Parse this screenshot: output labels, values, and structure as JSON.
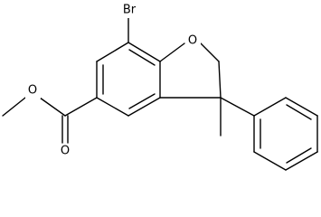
{
  "molecule": {
    "atom_labels": {
      "bromine": "Br",
      "ring_oxygen": "O",
      "ester_ether_oxygen": "O",
      "carbonyl_oxygen": "O"
    }
  }
}
